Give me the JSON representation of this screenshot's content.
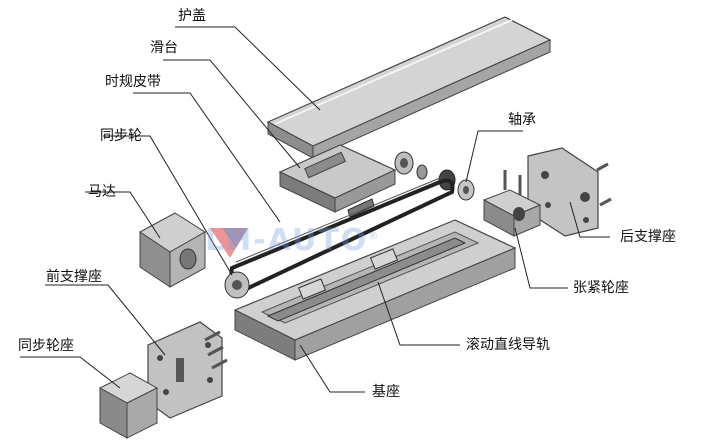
{
  "watermark": "LH-AUTO",
  "watermark_mark": "®",
  "labels": {
    "cover": "护盖",
    "slider": "滑台",
    "timing_belt": "时规皮带",
    "sync_wheel": "同步轮",
    "motor": "马达",
    "front_support": "前支撑座",
    "sync_wheel_seat": "同步轮座",
    "bearing": "轴承",
    "rear_support": "后支撑座",
    "tension_seat": "张紧轮座",
    "linear_guide": "滚动直线导轨",
    "base": "基座"
  },
  "colors": {
    "metal_light": "#d9d9d9",
    "metal_mid": "#a8a8a8",
    "metal_dark": "#5a5a5a",
    "belt": "#2a2a2a",
    "watermark_red": "#d94040",
    "watermark_blue": "#5a8fd0"
  }
}
